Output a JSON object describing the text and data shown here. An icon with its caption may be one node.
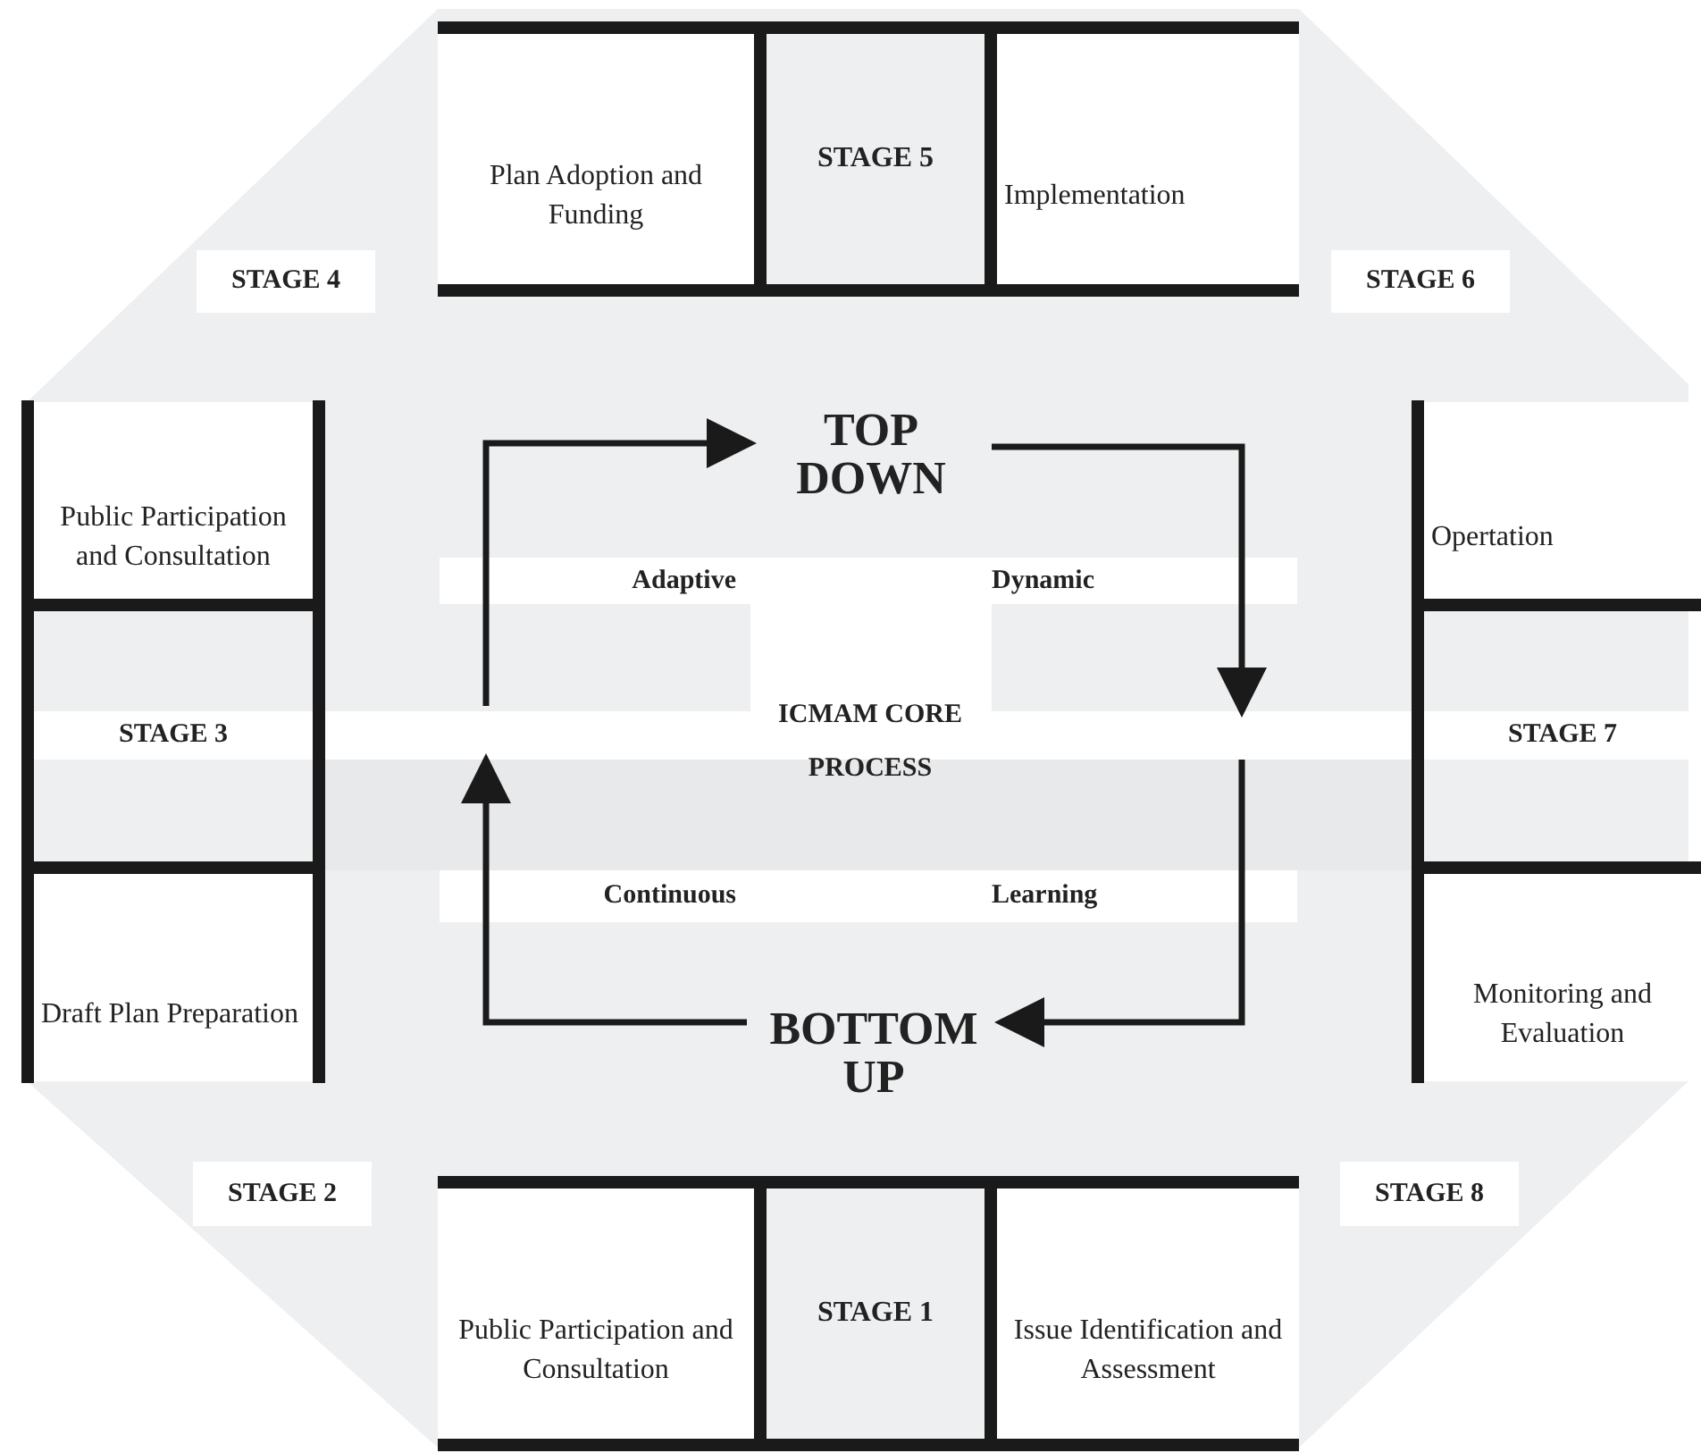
{
  "diagram": {
    "nodes": [
      {
        "text": [
          "Plan Adoption and Funding"
        ]
      },
      {
        "text": [
          "STAGE 5"
        ]
      },
      {
        "text": [
          "Implementation"
        ]
      },
      {
        "text": [
          "STAGE 4"
        ]
      },
      {
        "text": [
          "STAGE 6"
        ]
      },
      {
        "text": [
          "Public Participation and Consultation"
        ]
      },
      {
        "text": [
          "TOP DOWN"
        ]
      },
      {
        "text": [
          "Opertation"
        ]
      },
      {
        "text": [
          "STAGE 3"
        ]
      },
      {
        "text": [
          "STAGE 7"
        ]
      },
      {
        "text": [
          "Draft Plan Preparation"
        ]
      },
      {
        "text": [
          "BOTTOM UP"
        ]
      },
      {
        "text": [
          "Monitoring and Evaluation"
        ]
      },
      {
        "text": [
          "STAGE 2"
        ]
      },
      {
        "text": [
          "STAGE 8"
        ]
      },
      {
        "text": [
          "Public Participation and Consultation"
        ]
      },
      {
        "text": [
          "STAGE 1"
        ]
      },
      {
        "text": [
          "Issue Identification and Assessment"
        ]
      }
    ],
    "edges": [
      {
        "from": null,
        "to": 6,
        "arrow": "to"
      },
      {
        "from": 6,
        "to": null,
        "arrow": "to"
      },
      {
        "from": null,
        "to": 11,
        "arrow": "to"
      },
      {
        "from": 11,
        "to": null,
        "arrow": "to"
      }
    ],
    "labels": [
      "Adaptive",
      "Dynamic",
      "ICMAM CORE PROCESS",
      "Continuous",
      "Learning"
    ]
  }
}
